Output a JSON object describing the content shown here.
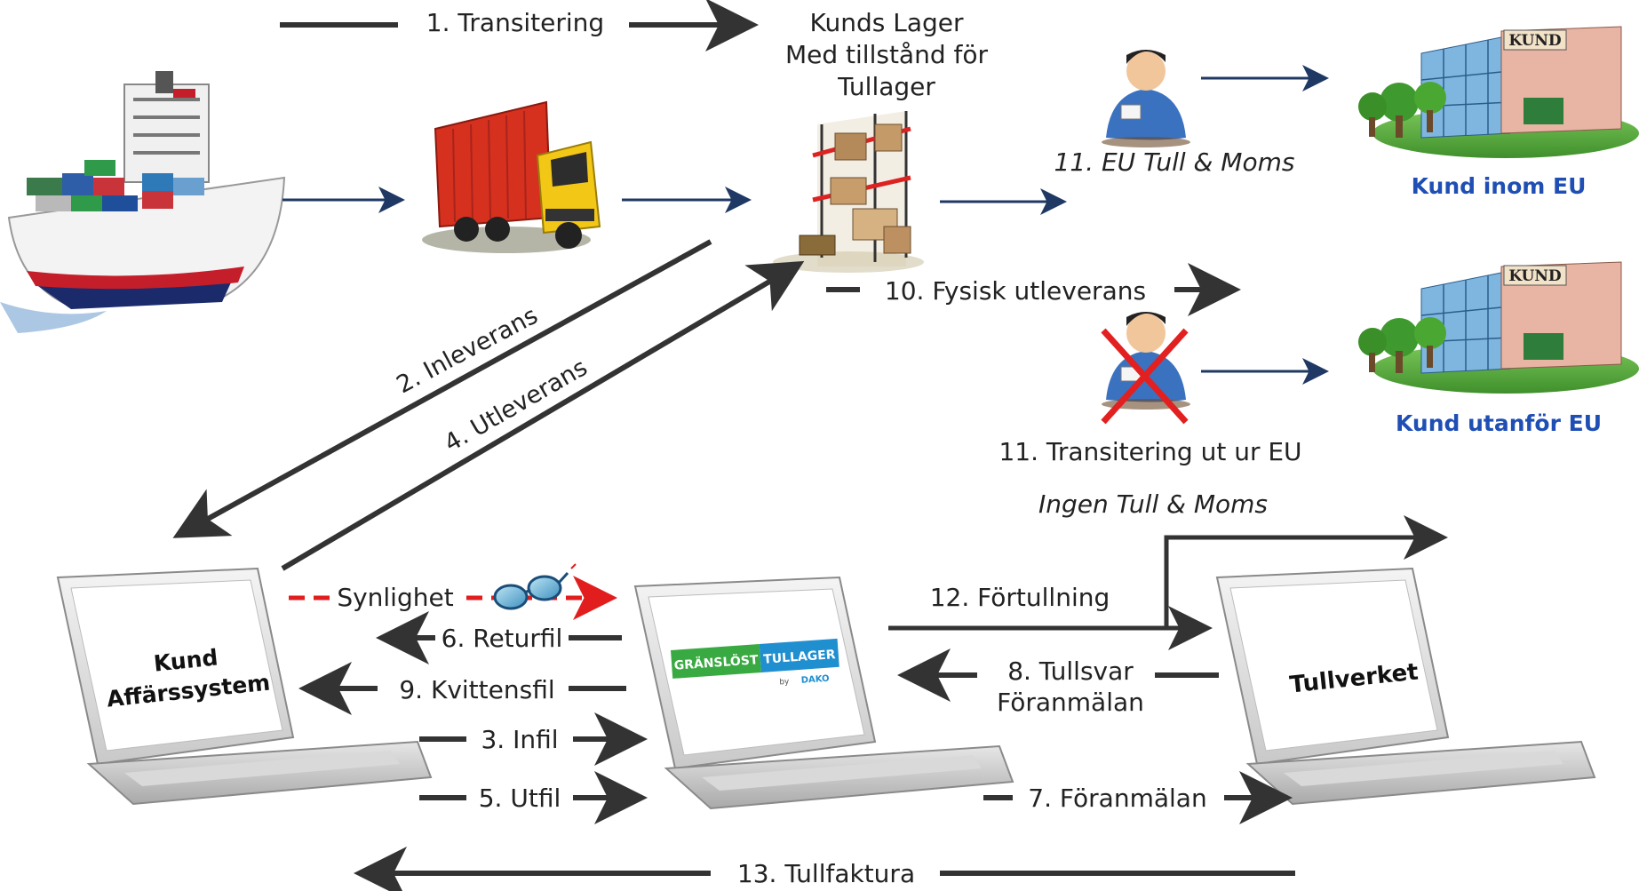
{
  "arrows": {
    "transit": "1. Transitering",
    "inleverans": "2. Inleverans",
    "infil": "3. Infil",
    "utleverans": "4. Utleverans",
    "utfil": "5. Utfil",
    "returfil": "6. Returfil",
    "foranmalan": "7. Föranmälan",
    "tullsvar_line1": "8. Tullsvar",
    "tullsvar_line2": "Föranmälan",
    "kvittensfil": "9. Kvittensfil",
    "fysisk": "10. Fysisk utleverans",
    "eu_tull": "11. EU Tull & Moms",
    "transit_out": "11. Transitering ut ur EU",
    "ingen_tull": "Ingen Tull & Moms",
    "fortullning": "12. Förtullning",
    "tullfaktura": "13. Tullfaktura",
    "synlighet": "Synlighet"
  },
  "warehouse": {
    "line1": "Kunds Lager",
    "line2": "Med tillstånd för",
    "line3": "Tullager"
  },
  "customers": {
    "inside_eu": "Kund inom EU",
    "outside_eu": "Kund utanför EU",
    "sign": "KUND"
  },
  "laptops": {
    "kund_line1": "Kund",
    "kund_line2": "Affärssystem",
    "tullager_word1": "GRÄNSLÖST",
    "tullager_word2": "TULLAGER",
    "tullager_by": "by",
    "tullager_brand": "DAKO",
    "tullverket": "Tullverket"
  },
  "colors": {
    "dark_arrow": "#333333",
    "navy_arrow": "#1f3864",
    "customer_label": "#1f4fb4",
    "synlighet_arrow": "#e11d1d",
    "tullager_green": "#39a942",
    "tullager_blue": "#1f8fd0",
    "cross": "#e32020"
  },
  "icons": [
    "ship-icon",
    "truck-icon",
    "warehouse-shelf-icon",
    "customs-officer-icon",
    "building-icon",
    "laptop-icon",
    "glasses-icon",
    "cross-icon"
  ]
}
